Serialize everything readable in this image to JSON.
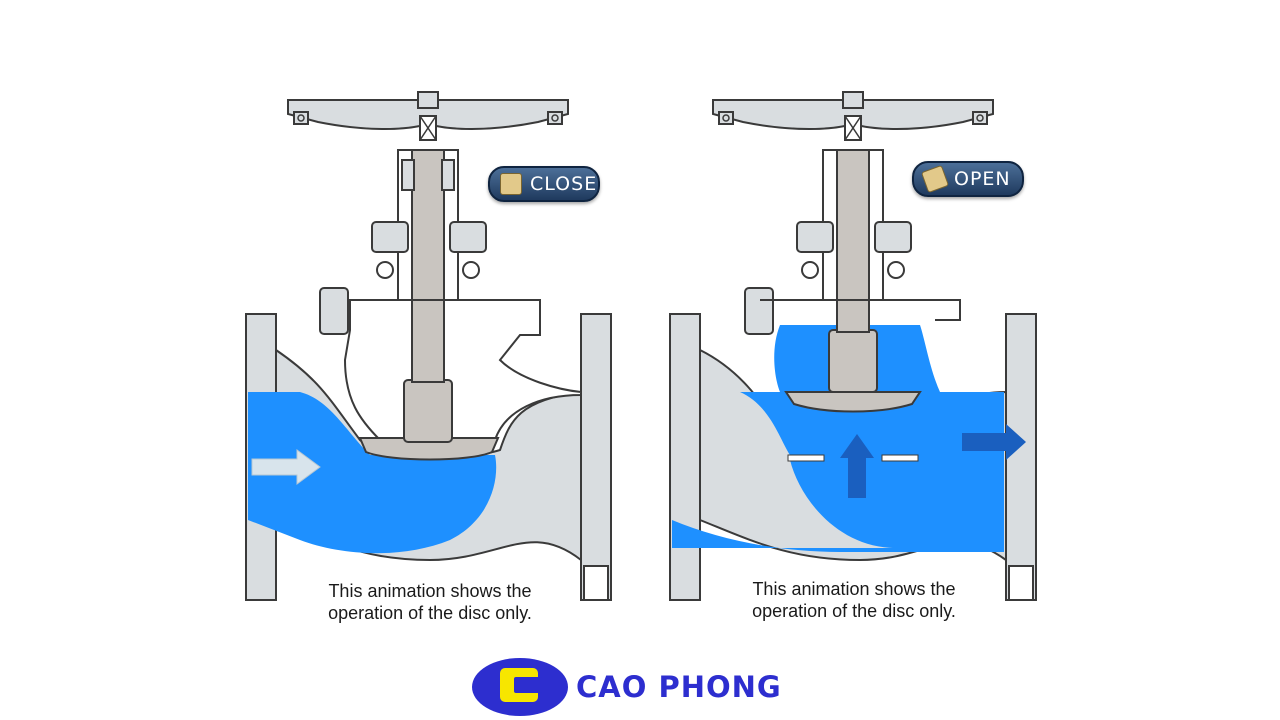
{
  "panels": [
    {
      "state_label": "CLOSE",
      "caption_line1": "This animation shows the",
      "caption_line2": "operation of the disc only."
    },
    {
      "state_label": "OPEN",
      "caption_line1": "This animation shows the",
      "caption_line2": "operation of the disc only."
    }
  ],
  "brand": {
    "name": "CAO PHONG"
  },
  "colors": {
    "water": "#1e90ff",
    "body": "#d9dde0",
    "stem": "#c9c5c0",
    "outline": "#3a3a3a",
    "arrow_in": "#d8e4ec",
    "arrow_flow": "#1a5fbf",
    "brand_blue": "#2d2ecf",
    "brand_yellow": "#f7e600"
  },
  "icons": [
    "close-state-icon",
    "open-state-icon",
    "flow-arrow-icon"
  ]
}
